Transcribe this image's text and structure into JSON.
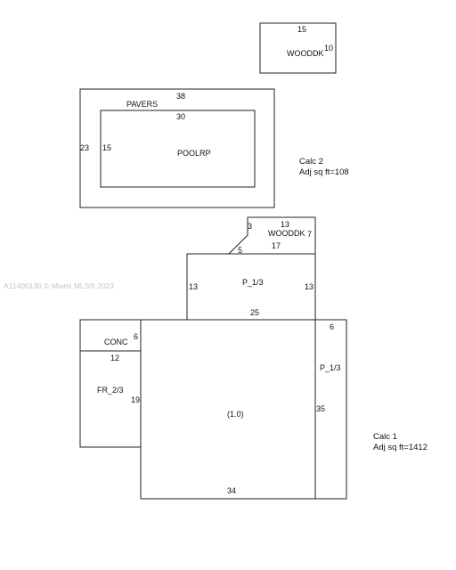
{
  "watermark": "A11400130 © Miami MLS® 2023",
  "calc2": {
    "title": "Calc 2",
    "area": "Adj sq ft=108"
  },
  "calc1": {
    "title": "Calc 1",
    "area": "Adj sq ft=1412"
  },
  "areas": {
    "wooddk_top": {
      "name": "WOODDK",
      "dim_top": "15",
      "dim_right": "10"
    },
    "pavers": {
      "name": "PAVERS",
      "dim_top": "38",
      "dim_left": "23"
    },
    "pool": {
      "name": "POOLRP",
      "dim_top": "30",
      "dim_left": "15"
    },
    "wooddk_small": {
      "name": "WOODDK",
      "dim_top": "13",
      "dim_left": "3",
      "dim_right": "7",
      "dim_diag": "5"
    },
    "p13_upper": {
      "name": "P_1/3",
      "dim_top": "17",
      "dim_left": "13",
      "dim_right": "13",
      "dim_bottom": "25"
    },
    "conc": {
      "name": "CONC",
      "dim_right": "6",
      "dim_bottom": "12"
    },
    "fr23": {
      "name": "FR_2/3",
      "dim_right": "19"
    },
    "main": {
      "name": "(1.0)",
      "dim_bottom": "34",
      "dim_right": "35"
    },
    "p13_right": {
      "name": "P_1/3",
      "dim_top": "6"
    }
  }
}
